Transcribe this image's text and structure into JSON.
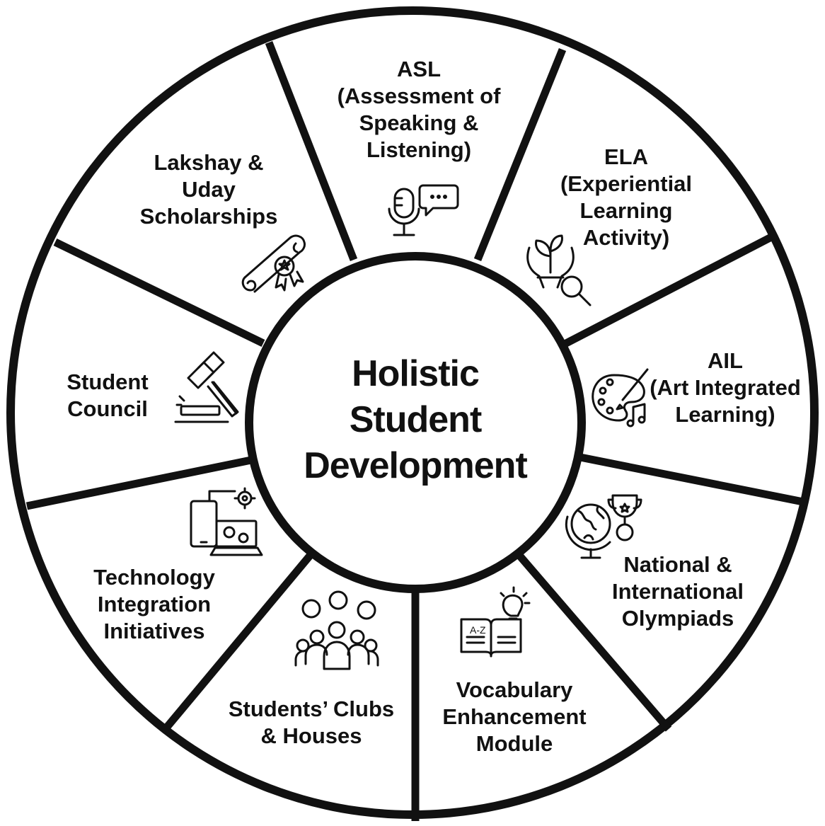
{
  "center": {
    "lines": [
      "Holistic",
      "Student",
      "Development"
    ]
  },
  "segments": [
    {
      "id": "asl",
      "lines": [
        "ASL",
        "(Assessment of",
        "Speaking &",
        "Listening)"
      ],
      "icon": "microphone-chat-icon"
    },
    {
      "id": "ela",
      "lines": [
        "ELA",
        "(Experiential",
        "Learning",
        "Activity)"
      ],
      "icon": "plant-hands-magnifier-icon"
    },
    {
      "id": "ail",
      "lines": [
        "AIL",
        "(Art Integrated",
        "Learning)"
      ],
      "icon": "palette-music-icon"
    },
    {
      "id": "olympiads",
      "lines": [
        "National &",
        "International",
        "Olympiads"
      ],
      "icon": "globe-trophy-medal-icon"
    },
    {
      "id": "vocabulary",
      "lines": [
        "Vocabulary",
        "Enhancement",
        "Module"
      ],
      "icon": "book-lightbulb-icon"
    },
    {
      "id": "clubs",
      "lines": [
        "Students’ Clubs",
        "& Houses"
      ],
      "icon": "student-group-icon"
    },
    {
      "id": "technology",
      "lines": [
        "Technology",
        "Integration",
        "Initiatives"
      ],
      "icon": "devices-gears-icon"
    },
    {
      "id": "council",
      "lines": [
        "Student",
        "Council"
      ],
      "icon": "gavel-icon"
    },
    {
      "id": "scholarships",
      "lines": [
        "Lakshay &",
        "Uday",
        "Scholarships"
      ],
      "icon": "scroll-certificate-icon"
    }
  ],
  "colors": {
    "line": "#111111",
    "background": "#ffffff"
  }
}
